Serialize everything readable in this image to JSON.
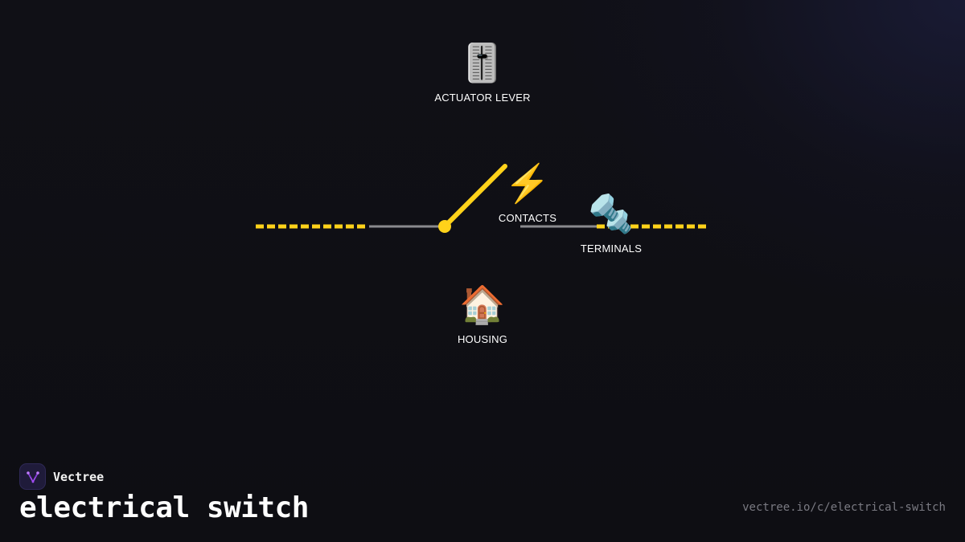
{
  "brand": {
    "name": "Vectree",
    "accent": "#a04cf0"
  },
  "title": "electrical switch",
  "url": "vectree.io/c/electrical-switch",
  "colors": {
    "wire": "#ffd21a",
    "lead": "#8a8a8e",
    "background": "#0f0f14",
    "label": "#ffffff"
  },
  "diagram": {
    "parts": [
      {
        "id": "actuator",
        "label": "ACTUATOR LEVER",
        "icon": "🎚️",
        "icon_name": "slider-lever-icon"
      },
      {
        "id": "contacts",
        "label": "CONTACTS",
        "icon": "⚡",
        "icon_name": "lightning-bolt-icon"
      },
      {
        "id": "terminals",
        "label": "TERMINALS",
        "icon": "🔩",
        "icon_name": "nut-and-bolt-icon"
      },
      {
        "id": "housing",
        "label": "HOUSING",
        "icon": "🏠",
        "icon_name": "house-icon"
      }
    ]
  }
}
